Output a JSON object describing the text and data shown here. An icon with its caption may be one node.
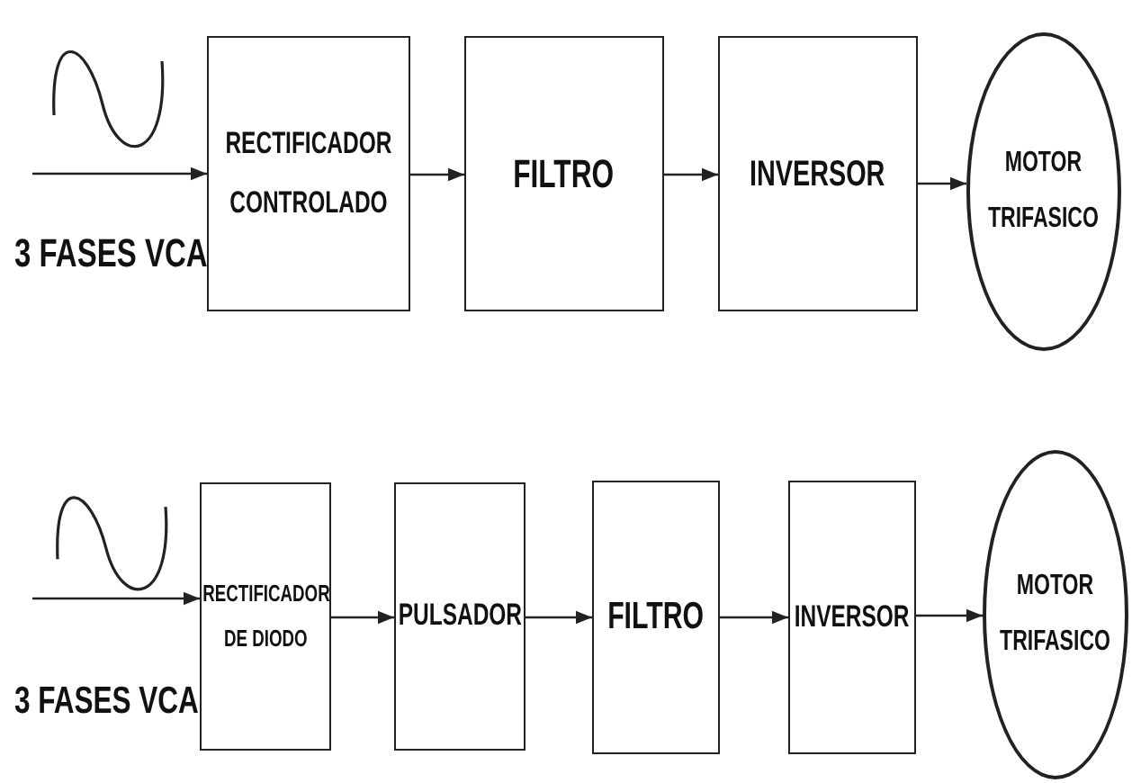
{
  "diagram": {
    "nodes": [
      {
        "text": [
          "RECTIFICADOR CONTROLADO"
        ]
      },
      {
        "text": [
          "FILTRO"
        ]
      },
      {
        "text": [
          "INVERSOR"
        ]
      },
      {
        "text": [
          "MOTOR TRIFASICO"
        ]
      },
      {
        "text": [
          "RECTIFICADOR DE DIODO"
        ]
      },
      {
        "text": [
          "PULSADOR"
        ]
      },
      {
        "text": [
          "FILTRO"
        ]
      },
      {
        "text": [
          "INVERSOR"
        ]
      },
      {
        "text": [
          "MOTOR TRIFASICO"
        ]
      }
    ],
    "edges": [
      {
        "from": null,
        "to": 0,
        "arrow": "to"
      },
      {
        "from": 0,
        "to": 1,
        "arrow": "to"
      },
      {
        "from": 1,
        "to": 2,
        "arrow": "to"
      },
      {
        "from": 2,
        "to": 3,
        "arrow": "to"
      },
      {
        "from": null,
        "to": 4,
        "arrow": "to"
      },
      {
        "from": 4,
        "to": 5,
        "arrow": "to"
      },
      {
        "from": 5,
        "to": 6,
        "arrow": "to"
      },
      {
        "from": 6,
        "to": 7,
        "arrow": "to"
      },
      {
        "from": 7,
        "to": 8,
        "arrow": "to"
      }
    ],
    "labels": [
      "3 FASES VCA",
      "3 FASES VCA"
    ]
  }
}
